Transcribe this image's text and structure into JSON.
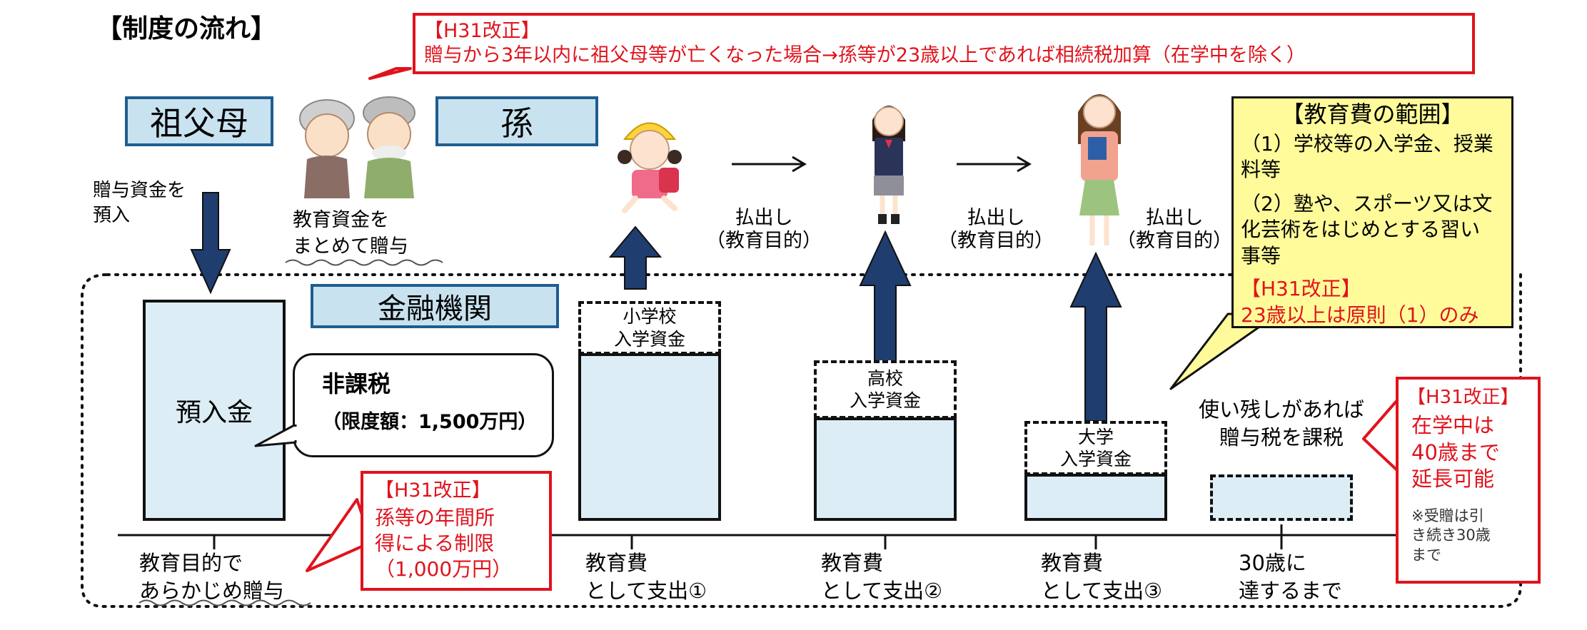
{
  "title": "【制度の流れ】",
  "notice_top": {
    "tag": "【H31改正】",
    "text": "贈与から3年以内に祖父母等が亡くなった場合→孫等が23歳以上であれば相続税加算（在学中を除く）"
  },
  "grandparents_label": "祖父母",
  "grandchild_label": "孫",
  "deposit_caption": [
    "贈与資金を",
    "預入"
  ],
  "lump_gift_caption": [
    "教育資金を",
    "まとめて贈与"
  ],
  "payout": {
    "line1": "払出し",
    "line2": "（教育目的）"
  },
  "institution_label": "金融機関",
  "deposit_box": "預入金",
  "tax_bubble": {
    "line1": "非課税",
    "line2": "（限度額：1,500万円）"
  },
  "income_limit": {
    "tag": "【H31改正】",
    "lines": [
      "孫等の年間所",
      "得による制限",
      "（1,000万円）"
    ]
  },
  "fund_elementary": [
    "小学校",
    "入学資金"
  ],
  "fund_highschool": [
    "高校",
    "入学資金"
  ],
  "fund_university": [
    "大学",
    "入学資金"
  ],
  "scope_box": {
    "title": "【教育費の範囲】",
    "item1": [
      "（1）学校等の入学金、授業",
      "料等"
    ],
    "item2": [
      "（2）塾や、スポーツ又は文",
      "化芸術をはじめとする習い",
      "事等"
    ],
    "tag": "【H31改正】",
    "note": "23歳以上は原則（1）のみ"
  },
  "leftover": [
    "使い残しがあれば",
    "贈与税を課税"
  ],
  "extension_box": {
    "tag": "【H31改正】",
    "lines": [
      "在学中は",
      "40歳まで",
      "延長可能"
    ],
    "small": [
      "※受贈は引",
      "き続き30歳",
      "まで"
    ]
  },
  "timeline": {
    "gift": [
      "教育目的で",
      "あらかじめ贈与"
    ],
    "spend1": [
      "教育費",
      "として支出①"
    ],
    "spend2": [
      "教育費",
      "として支出②"
    ],
    "spend3": [
      "教育費",
      "として支出③"
    ],
    "until30": [
      "30歳に",
      "達するまで"
    ]
  },
  "colors": {
    "accent_red": "#e0131c",
    "navy": "#1f3d6e",
    "label_blue": "#c9e2f0",
    "note_yellow": "#fffb9a"
  }
}
